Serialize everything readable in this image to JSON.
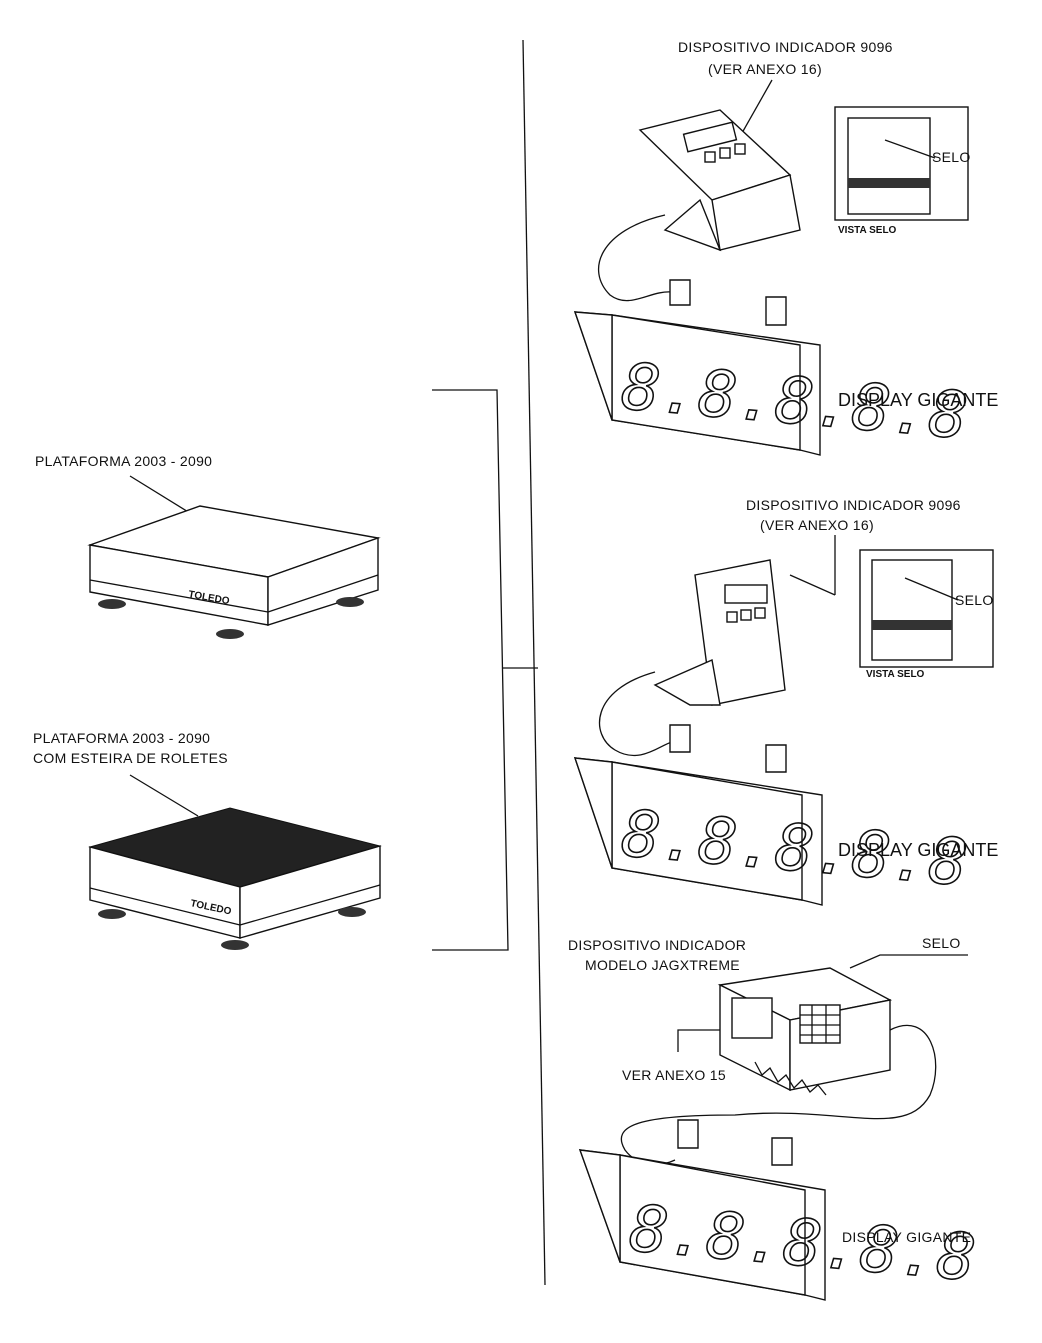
{
  "platforms": {
    "plain_label": "PLATAFORMA 2003 - 2090",
    "roller_label_line1": "PLATAFORMA 2003 - 2090",
    "roller_label_line2": "COM ESTEIRA DE ROLETES",
    "brand": "TOLEDO"
  },
  "indicator_top": {
    "label_line1": "DISPOSITIVO INDICADOR 9096",
    "label_line2": "(VER ANEXO 16)",
    "seal_label": "SELO",
    "seal_view_label": "VISTA SELO"
  },
  "indicator_middle": {
    "label_line1": "DISPOSITIVO INDICADOR 9096",
    "label_line2": "(VER ANEXO 16)",
    "seal_label": "SELO",
    "seal_view_label": "VISTA SELO"
  },
  "indicator_bottom": {
    "label_line1": "DISPOSITIVO INDICADOR",
    "label_line2": "MODELO JAGXTREME",
    "seal_label": "SELO",
    "annex_label": "VER ANEXO 15"
  },
  "displays": {
    "label": "DISPLAY GIGANTE",
    "digits": "8.8.8.8.8"
  }
}
